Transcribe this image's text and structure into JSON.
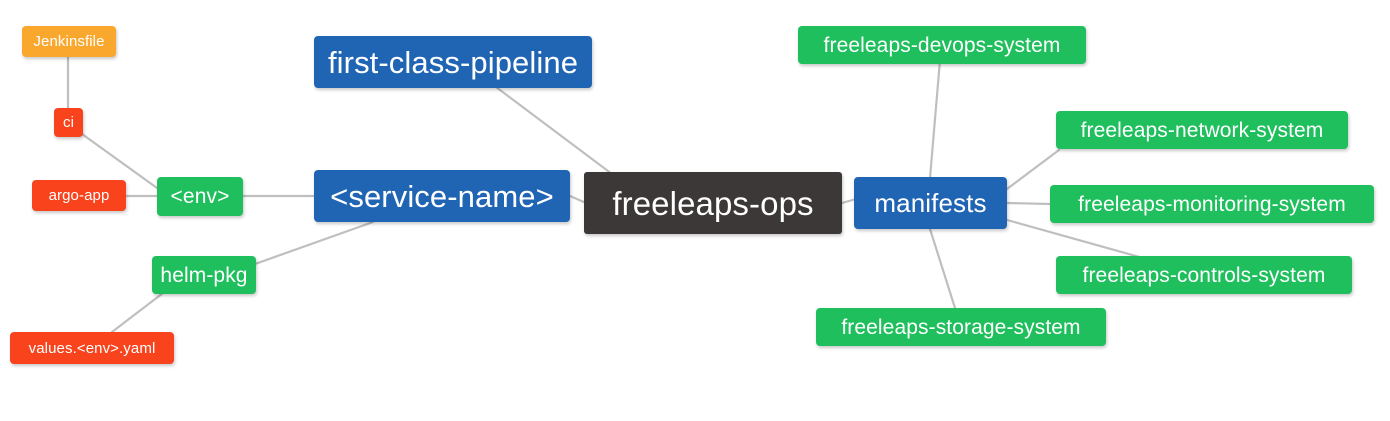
{
  "diagram": {
    "title": "freeleaps-ops mind map",
    "type": "mindmap",
    "background": "#ffffff",
    "edge_color": "#bfbfbf",
    "palette": {
      "root": "#3B3837",
      "blue": "#2064B4",
      "green": "#1EBF5C",
      "orange": "#FAA72D",
      "red": "#F8431C",
      "text": "#ffffff"
    }
  },
  "nodes": {
    "root": {
      "label": "freeleaps-ops",
      "color": "#3B3837"
    },
    "first_class_pipeline": {
      "label": "first-class-pipeline",
      "color": "#2064B4"
    },
    "service_name": {
      "label": "<service-name>",
      "color": "#2064B4"
    },
    "manifests": {
      "label": "manifests",
      "color": "#2064B4"
    },
    "env": {
      "label": "<env>",
      "color": "#1EBF5C"
    },
    "helm_pkg": {
      "label": "helm-pkg",
      "color": "#1EBF5C"
    },
    "jenkinsfile": {
      "label": "Jenkinsfile",
      "color": "#FAA72D"
    },
    "ci": {
      "label": "ci",
      "color": "#F8431C"
    },
    "argo_app": {
      "label": "argo-app",
      "color": "#F8431C"
    },
    "values_yaml": {
      "label": "values.<env>.yaml",
      "color": "#F8431C"
    },
    "devops_system": {
      "label": "freeleaps-devops-system",
      "color": "#1EBF5C"
    },
    "network_system": {
      "label": "freeleaps-network-system",
      "color": "#1EBF5C"
    },
    "monitoring_system": {
      "label": "freeleaps-monitoring-system",
      "color": "#1EBF5C"
    },
    "controls_system": {
      "label": "freeleaps-controls-system",
      "color": "#1EBF5C"
    },
    "storage_system": {
      "label": "freeleaps-storage-system",
      "color": "#1EBF5C"
    }
  },
  "edges": [
    {
      "from": "root",
      "to": "service_name"
    },
    {
      "from": "root",
      "to": "first_class_pipeline"
    },
    {
      "from": "root",
      "to": "manifests"
    },
    {
      "from": "service_name",
      "to": "env"
    },
    {
      "from": "service_name",
      "to": "helm_pkg"
    },
    {
      "from": "env",
      "to": "ci"
    },
    {
      "from": "env",
      "to": "argo_app"
    },
    {
      "from": "ci",
      "to": "jenkinsfile"
    },
    {
      "from": "helm_pkg",
      "to": "values_yaml"
    },
    {
      "from": "manifests",
      "to": "devops_system"
    },
    {
      "from": "manifests",
      "to": "network_system"
    },
    {
      "from": "manifests",
      "to": "monitoring_system"
    },
    {
      "from": "manifests",
      "to": "controls_system"
    },
    {
      "from": "manifests",
      "to": "storage_system"
    }
  ]
}
